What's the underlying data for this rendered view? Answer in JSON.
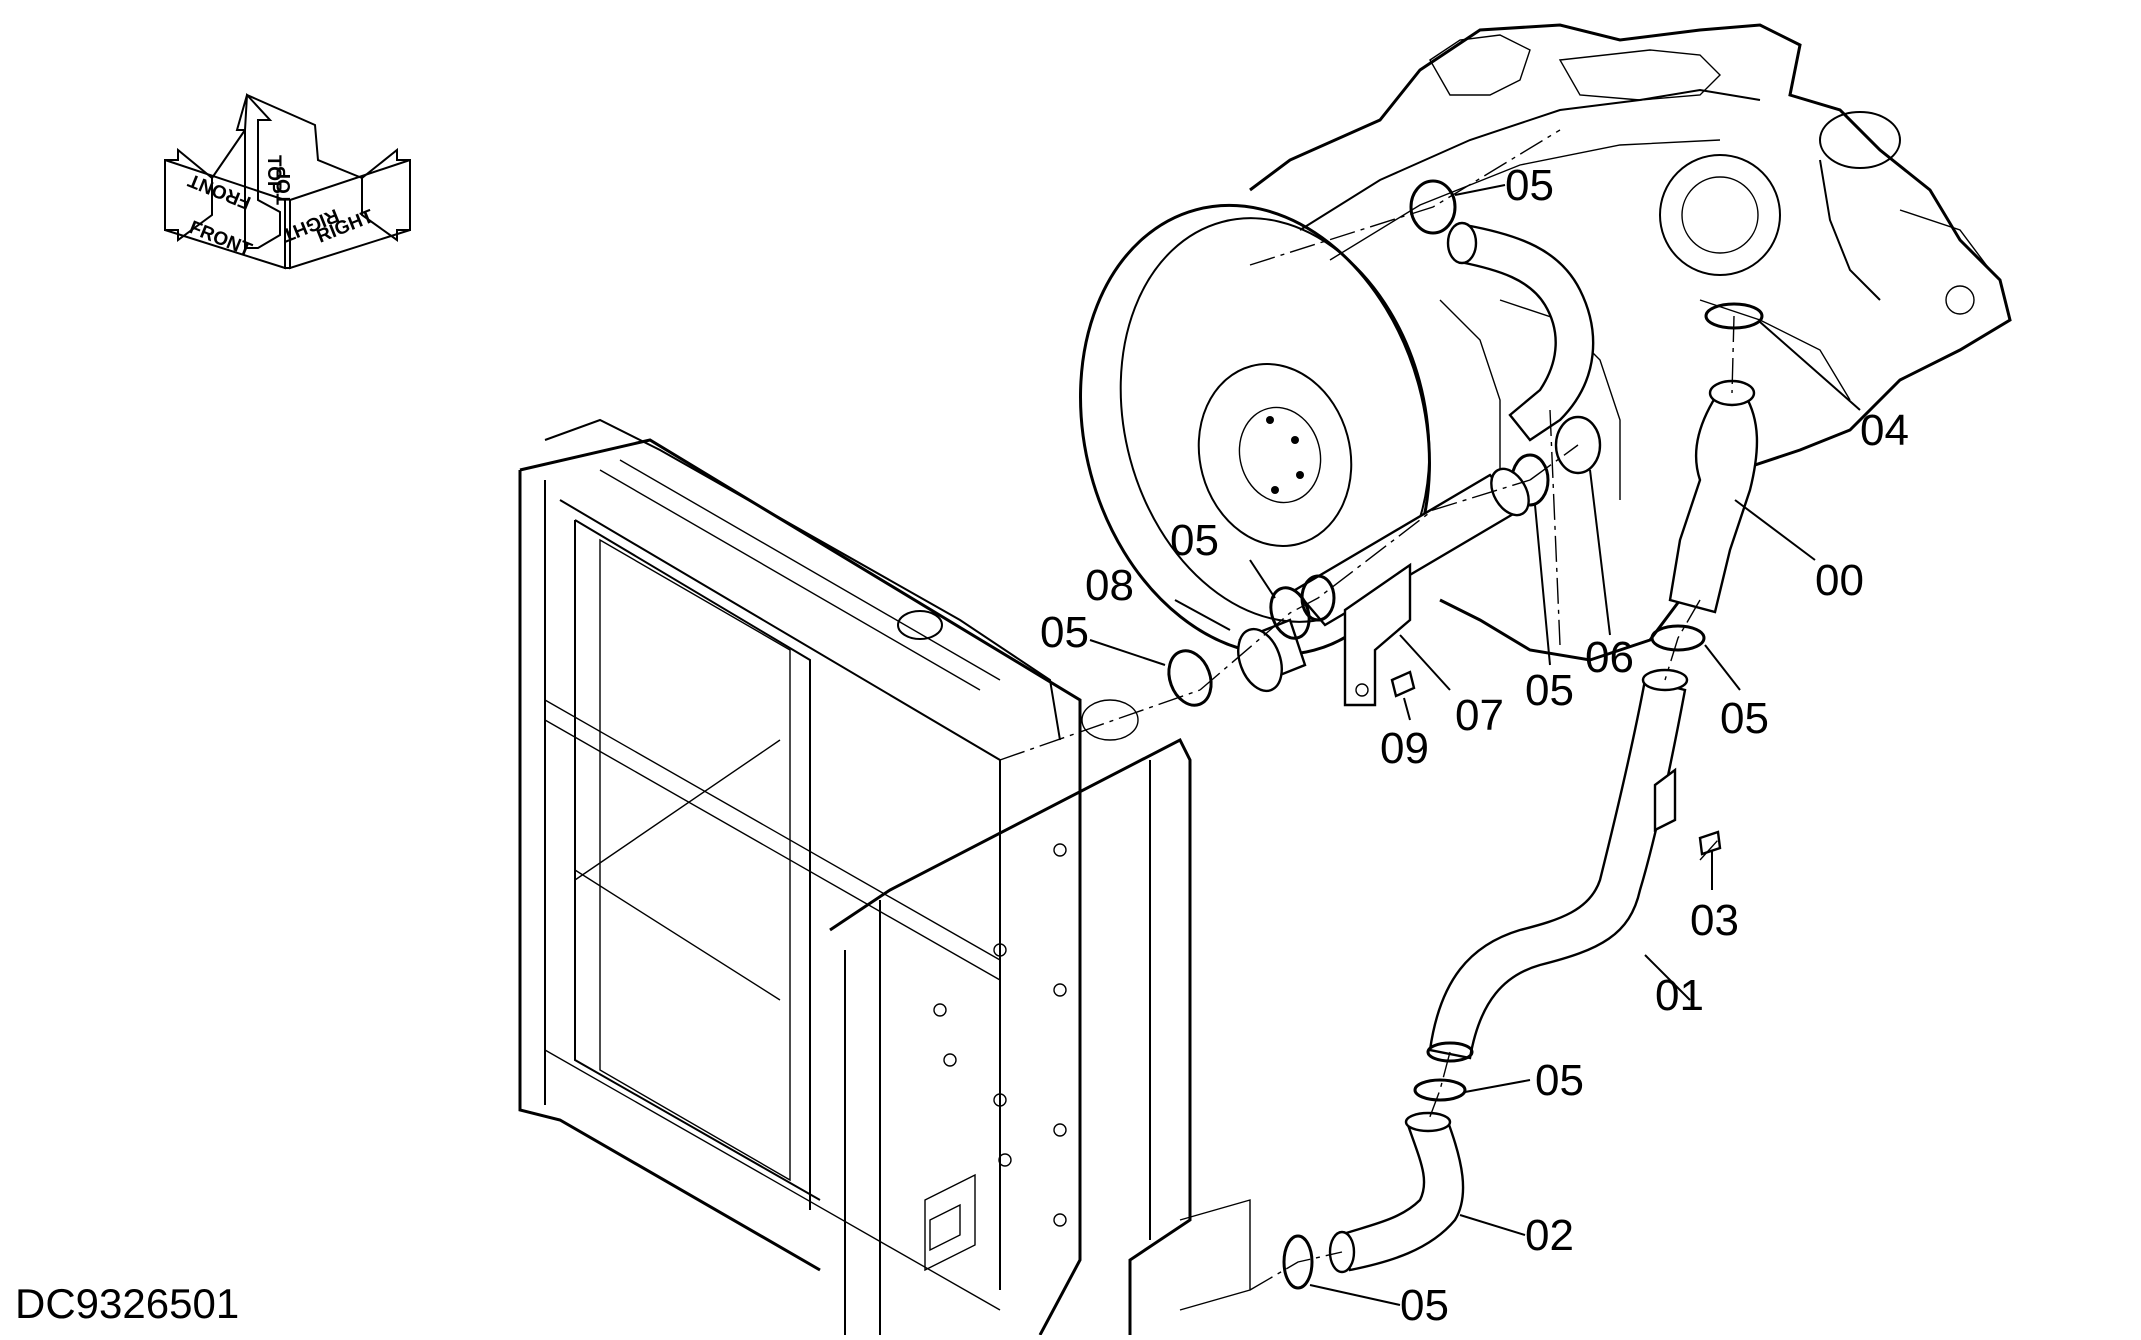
{
  "diagram": {
    "drawing_code": "DC9326501",
    "orientation": {
      "front": "FRONT",
      "top": "TOP",
      "right": "RIGHT",
      "front_mirror": "FRONT",
      "top_mirror": "TOP",
      "right_mirror": "RIGHT"
    },
    "callouts": [
      {
        "id": "c-05-top",
        "text": "05"
      },
      {
        "id": "c-04",
        "text": "04"
      },
      {
        "id": "c-00",
        "text": "00"
      },
      {
        "id": "c-05-clamp-a",
        "text": "05"
      },
      {
        "id": "c-08",
        "text": "08"
      },
      {
        "id": "c-05-clamp-b",
        "text": "05"
      },
      {
        "id": "c-05-mid",
        "text": "05"
      },
      {
        "id": "c-06",
        "text": "06"
      },
      {
        "id": "c-07",
        "text": "07"
      },
      {
        "id": "c-09",
        "text": "09"
      },
      {
        "id": "c-05-right",
        "text": "05"
      },
      {
        "id": "c-03",
        "text": "03"
      },
      {
        "id": "c-01",
        "text": "01"
      },
      {
        "id": "c-05-lower",
        "text": "05"
      },
      {
        "id": "c-02",
        "text": "02"
      },
      {
        "id": "c-05-bottom",
        "text": "05"
      }
    ]
  }
}
